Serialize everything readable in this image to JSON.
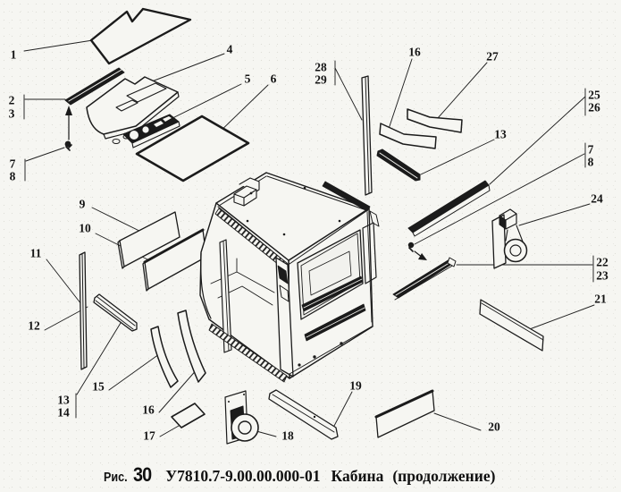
{
  "figure": {
    "label": "Рис.",
    "number": "30",
    "code": "У7810.7-9.00.00.000-01",
    "title": "Кабина",
    "subtitle": "(продолжение)"
  },
  "diagram": {
    "kind": "exploded-parts-drawing",
    "subject": "tractor cab trim parts",
    "ink_color": "#1b1b1b",
    "paper_color": "#f6f6f2"
  },
  "callouts": [
    {
      "text": "1"
    },
    {
      "text": "2"
    },
    {
      "text": "3"
    },
    {
      "text": "7"
    },
    {
      "text": "8"
    },
    {
      "text": "4"
    },
    {
      "text": "5"
    },
    {
      "text": "6"
    },
    {
      "text": "28"
    },
    {
      "text": "29"
    },
    {
      "text": "16"
    },
    {
      "text": "27"
    },
    {
      "text": "13"
    },
    {
      "text": "25"
    },
    {
      "text": "26"
    },
    {
      "text": "7"
    },
    {
      "text": "8"
    },
    {
      "text": "24"
    },
    {
      "text": "9"
    },
    {
      "text": "10"
    },
    {
      "text": "11"
    },
    {
      "text": "12"
    },
    {
      "text": "22"
    },
    {
      "text": "23"
    },
    {
      "text": "21"
    },
    {
      "text": "13"
    },
    {
      "text": "14"
    },
    {
      "text": "15"
    },
    {
      "text": "16"
    },
    {
      "text": "17"
    },
    {
      "text": "18"
    },
    {
      "text": "19"
    },
    {
      "text": "20"
    }
  ]
}
